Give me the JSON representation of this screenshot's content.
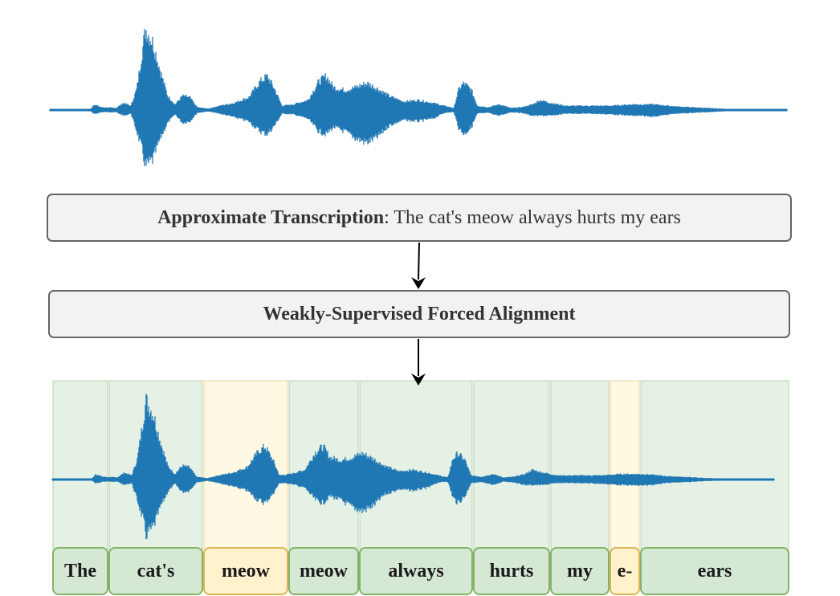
{
  "transcription": {
    "label": "Approximate Transcription",
    "separator": ": ",
    "text": "The cat's meow always hurts my ears"
  },
  "alignment": {
    "label": "Weakly-Supervised Forced Alignment"
  },
  "segments": [
    {
      "word": "The",
      "status": "matched"
    },
    {
      "word": "cat's",
      "status": "matched"
    },
    {
      "word": "meow",
      "status": "uncertain"
    },
    {
      "word": "meow",
      "status": "matched"
    },
    {
      "word": "always",
      "status": "matched"
    },
    {
      "word": "hurts",
      "status": "matched"
    },
    {
      "word": "my",
      "status": "matched"
    },
    {
      "word": "e-",
      "status": "uncertain"
    },
    {
      "word": "ears",
      "status": "matched"
    }
  ],
  "colors": {
    "waveform": "#1f77b4",
    "matched_fill": "#d5e8d4",
    "matched_stroke": "#82b366",
    "uncertain_fill": "#fff2cc",
    "uncertain_stroke": "#d6b656",
    "box_fill": "#f2f2f2",
    "box_stroke": "#666666"
  }
}
